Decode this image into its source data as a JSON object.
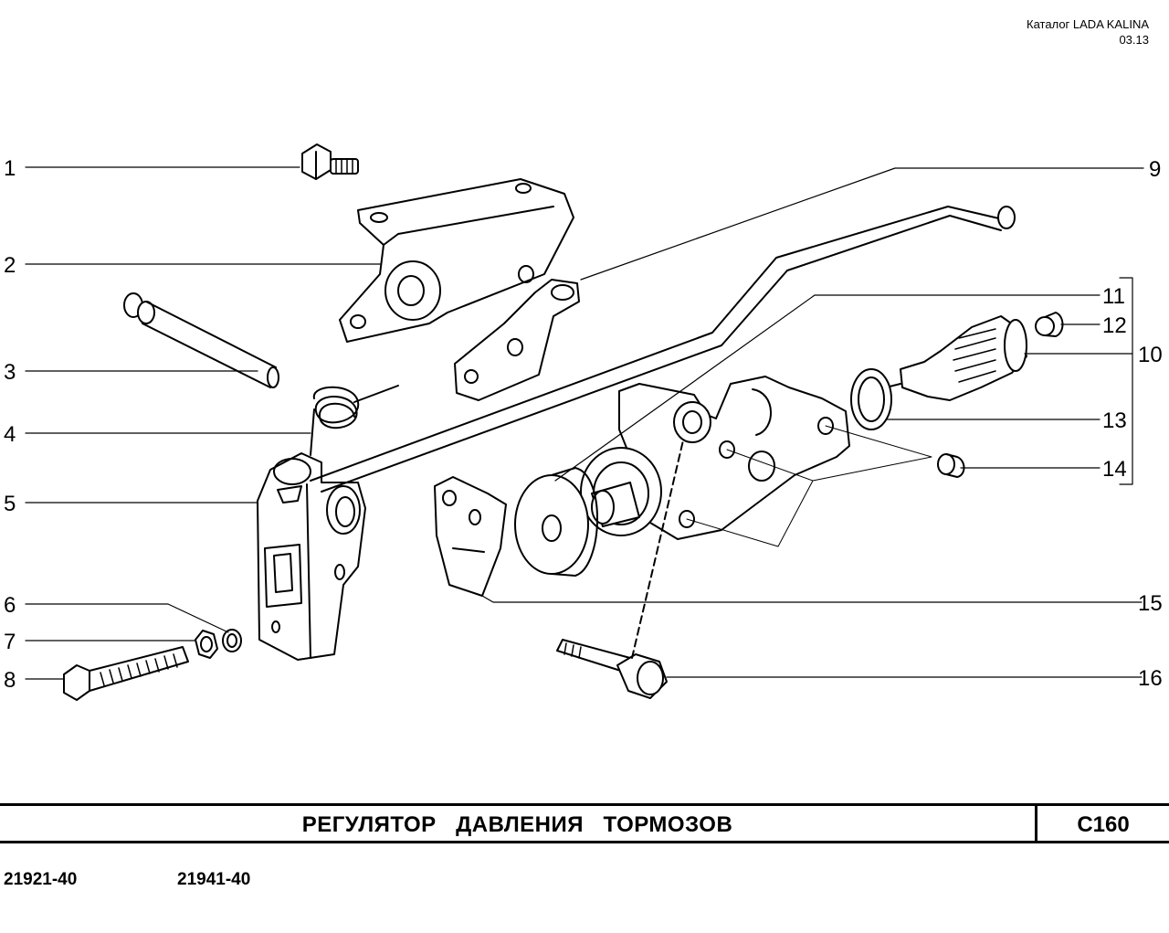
{
  "header": {
    "catalog": "Каталог LADA KALINA",
    "date": "03.13"
  },
  "callouts": [
    "1",
    "2",
    "3",
    "4",
    "5",
    "6",
    "7",
    "8",
    "9",
    "10",
    "11",
    "12",
    "13",
    "14",
    "15",
    "16"
  ],
  "title": "РЕГУЛЯТОР   ДАВЛЕНИЯ   ТОРМОЗОВ",
  "code": "C160",
  "models": [
    "21921-40",
    "21941-40"
  ]
}
